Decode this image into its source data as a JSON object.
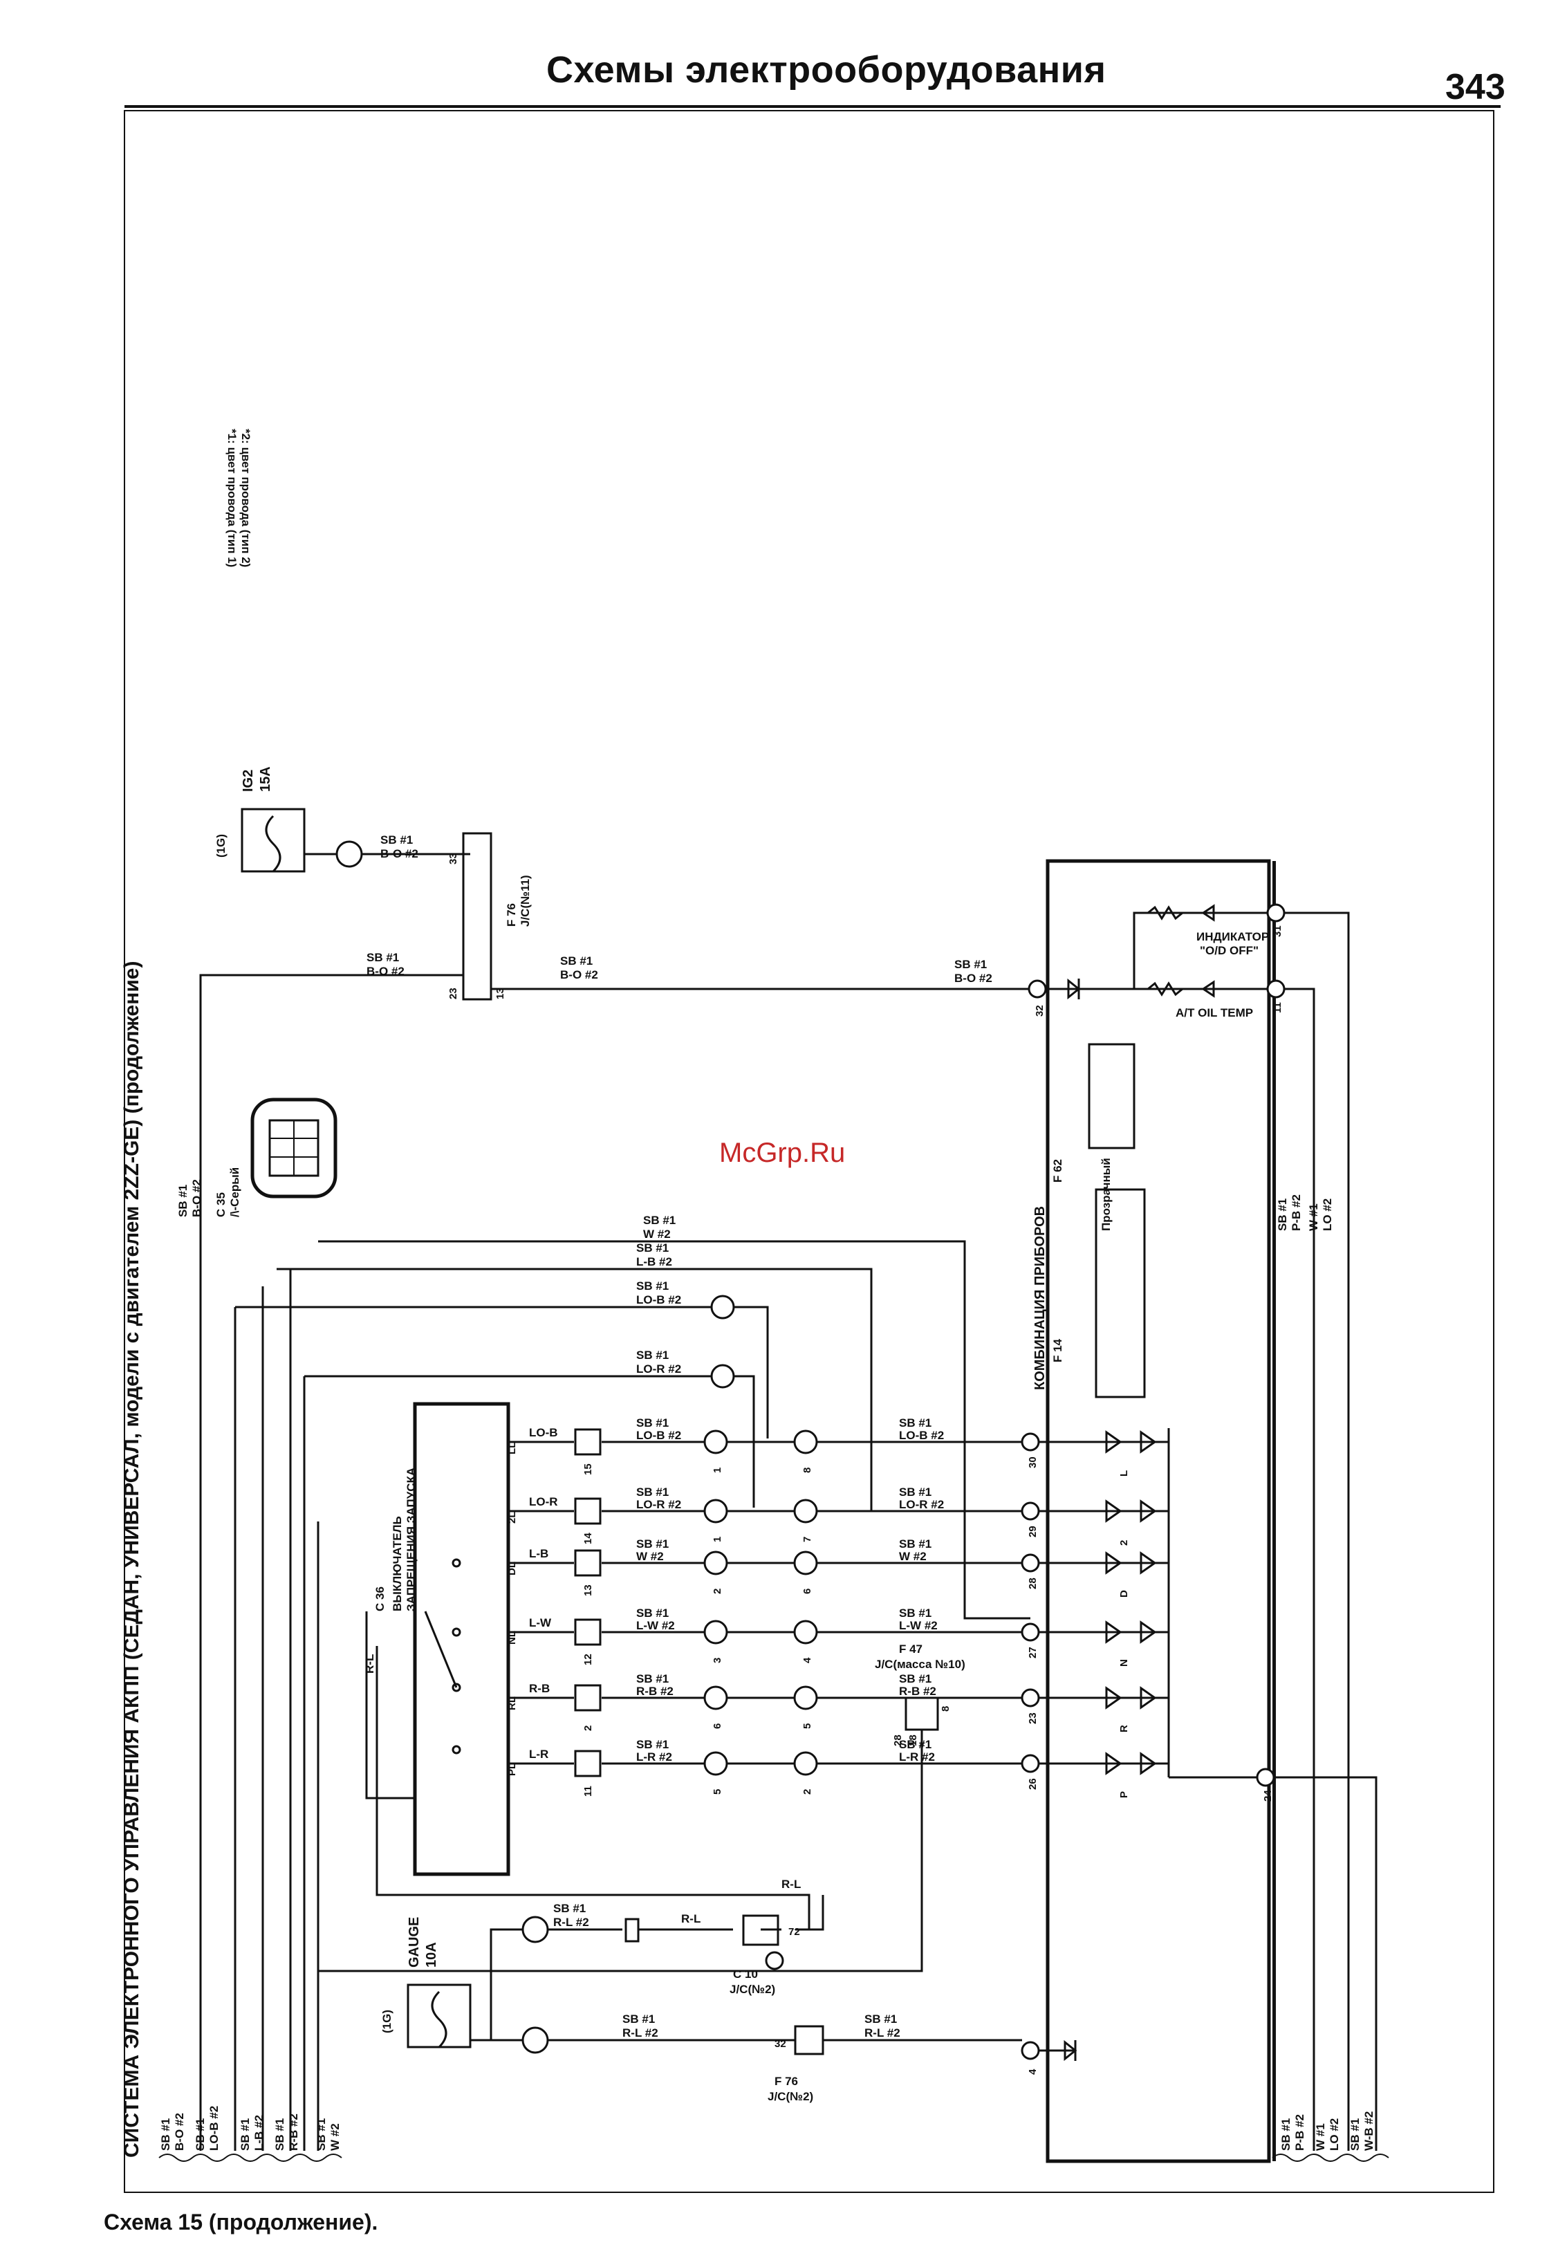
{
  "header": {
    "title": "Схемы электрооборудования",
    "page_number": "343"
  },
  "caption": "Схема 15 (продолжение).",
  "diagram": {
    "system_title": "СИСТЕМА ЭЛЕКТРОННОГО УПРАВЛЕНИЯ АКПП (СЕДАН, УНИВЕРСАЛ, модели с двигателем 2ZZ-GE) (продолжение)",
    "note_1": "*1: цвет провода (тип 1)",
    "note_2": "*2: цвет провода (тип 2)",
    "watermark": "McGrp.Ru",
    "fuse_ig2": {
      "name": "IG2",
      "rating": "15A",
      "label": "(1G)"
    },
    "fuse_gauge": {
      "name": "GAUGE",
      "rating": "10A",
      "label": "(1G)"
    },
    "jc_f76_top": {
      "name": "F 76",
      "sub": "J/C(№11)",
      "pins": [
        "33",
        "23",
        "13"
      ]
    },
    "jc_f76_bottom": {
      "name": "F 76",
      "sub": "J/C(№2)",
      "pins": [
        "32"
      ]
    },
    "jc_f47": {
      "name": "F 47",
      "sub": "J/C(масса №10)",
      "pins": [
        "28",
        "18",
        "8"
      ]
    },
    "jc_c10": {
      "name": "C 10",
      "sub": "J/C(№2)",
      "pins": [
        "72"
      ]
    },
    "connector_c35": {
      "name": "C 35",
      "sub": "/\\-Серый"
    },
    "switch": {
      "name": "C 36",
      "label_1": "ВЫКЛЮЧАТЕЛЬ",
      "label_2": "ЗАПРЕЩЕНИЯ ЗАПУСКА",
      "pins": [
        "LL",
        "2L",
        "DL",
        "NL",
        "RL",
        "PL"
      ]
    },
    "gear_wires": [
      {
        "pos": "LL",
        "wire": "LO-B",
        "cf": "15",
        "cl": "1",
        "cn": "8",
        "cluster_pin": "30",
        "sb1": "SB #1",
        "sb2": "LO-B #2",
        "lamp": "L"
      },
      {
        "pos": "2L",
        "wire": "LO-R",
        "cf": "14",
        "cl": "1",
        "cn": "7",
        "cluster_pin": "29",
        "sb1": "SB #1",
        "sb2": "LO-R #2",
        "lamp": "2"
      },
      {
        "pos": "DL",
        "wire": "L-B",
        "cf": "13",
        "cl": "2",
        "cn": "6",
        "cluster_pin": "28",
        "sb1": "SB #1",
        "sb2": "W #2",
        "lamp": "D"
      },
      {
        "pos": "NL",
        "wire": "L-W",
        "cf": "12",
        "cl": "3",
        "cn": "4",
        "cluster_pin": "27",
        "sb1": "SB #1",
        "sb2": "L-W #2",
        "lamp": "N"
      },
      {
        "pos": "RL",
        "wire": "R-B",
        "cf": "2",
        "cl": "6",
        "cn": "5",
        "cluster_pin": "23",
        "sb1": "SB #1",
        "sb2": "R-B #2",
        "lamp": "R"
      },
      {
        "pos": "PL",
        "wire": "L-R",
        "cf": "11",
        "cl": "5",
        "cn": "2",
        "cluster_pin": "26",
        "sb1": "SB #1",
        "sb2": "L-R #2",
        "lamp": "P"
      }
    ],
    "top_wires": [
      {
        "sb1": "SB #1",
        "sb2": "W #2"
      },
      {
        "sb1": "SB #1",
        "sb2": "L-B #2"
      },
      {
        "sb1": "SB #1",
        "sb2": "LO-B #2"
      },
      {
        "sb1": "SB #1",
        "sb2": "LO-R #2"
      }
    ],
    "wire_sbbo": {
      "sb1": "SB #1",
      "sb2": "B-O #2"
    },
    "wire_rl": {
      "sb1": "SB #1",
      "sb2": "R-L #2",
      "short": "R-L"
    },
    "cluster": {
      "name": "КОМБИНАЦИЯ ПРИБОРОВ",
      "conn_f14": "F 14",
      "conn_f62": "F 62",
      "conn_clear": "Прозрачный",
      "indicator_od": "ИНДИКАТОР",
      "indicator_od_sub": "\"O/D OFF\"",
      "indicator_oil": "A/T OIL TEMP",
      "pins": [
        "32",
        "31",
        "11",
        "24",
        "4"
      ]
    },
    "left_bundle": [
      "SB #1",
      "B-O #2",
      "SB #1",
      "LO-B #2",
      "SB #1",
      "L-B #2",
      "SB #1",
      "R-B #2",
      "SB #1",
      "W #2"
    ],
    "right_bundle": [
      "SB #1",
      "P-B #2",
      "W #1",
      "LO #2",
      "SB #1",
      "W-B #2"
    ]
  }
}
